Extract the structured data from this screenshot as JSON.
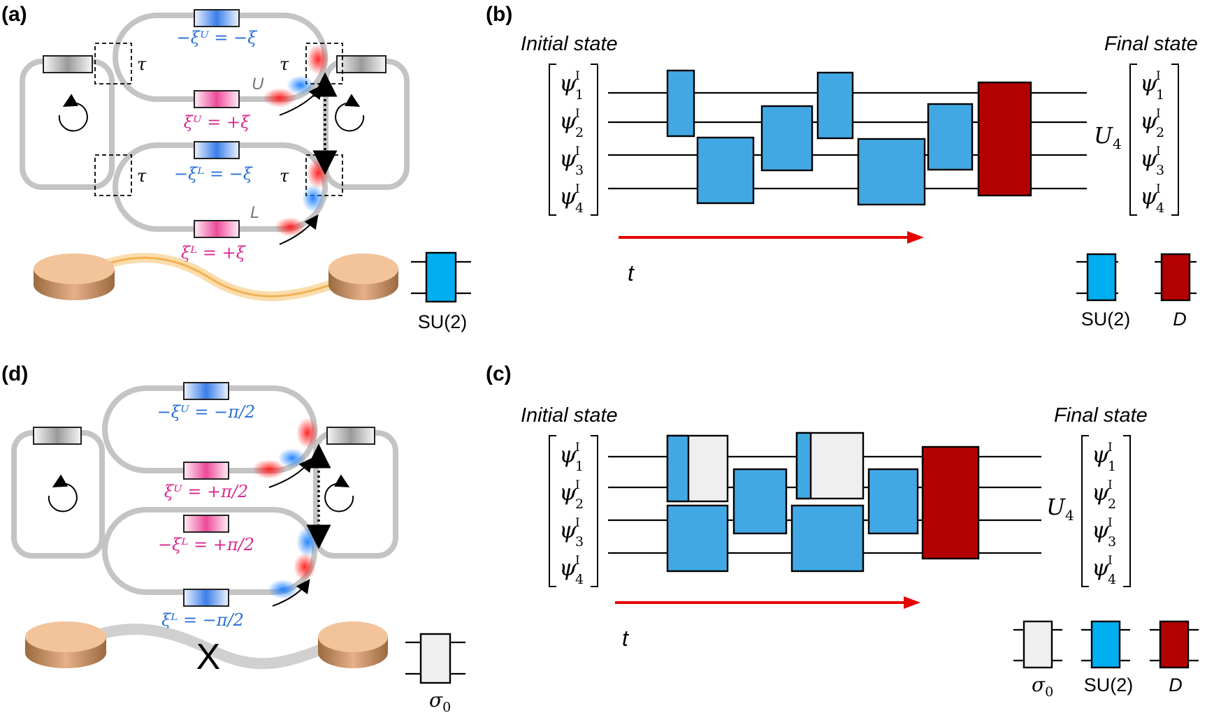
{
  "colors": {
    "su2": "#3fa7e3",
    "dgate": "#b30000",
    "sigma0": "#efefef",
    "arrow": "#e60000",
    "track": "#c4c4c4",
    "blue_text": "#2a6fd6",
    "pink_text": "#d9288f"
  },
  "panel_a": {
    "label": "(a)",
    "xi_u_top": "−ξᵁ = −ξ",
    "xi_u_bottom": "ξᵁ = +ξ",
    "xi_l_top": "−ξᴸ = −ξ",
    "xi_l_bottom": "ξᴸ = +ξ",
    "tau": "τ",
    "ring_u": "U",
    "ring_l": "L",
    "legend_label": "SU(2)"
  },
  "panel_d": {
    "label": "(d)",
    "xi_u_top": "−ξᵁ = −π/2",
    "xi_u_bottom": "ξᵁ = +π/2",
    "xi_l_top": "−ξᴸ = +π/2",
    "xi_l_bottom": "ξᴸ = −π/2",
    "cross": "X",
    "legend_label": "σ",
    "legend_sub": "0"
  },
  "panel_b": {
    "label": "(b)",
    "initial_title": "Initial state",
    "final_title": "Final state",
    "time": "t",
    "operator": "U",
    "operator_sub": "4",
    "legend_su2": "SU(2)",
    "legend_d": "D"
  },
  "panel_c": {
    "label": "(c)",
    "initial_title": "Initial state",
    "final_title": "Final state",
    "time": "t",
    "operator": "U",
    "operator_sub": "4",
    "legend_sigma": "σ",
    "legend_sigma_sub": "0",
    "legend_su2": "SU(2)",
    "legend_d": "D"
  },
  "state_vector": {
    "symbol": "ψ",
    "superscript": "I",
    "indices": [
      "1",
      "2",
      "3",
      "4"
    ]
  }
}
